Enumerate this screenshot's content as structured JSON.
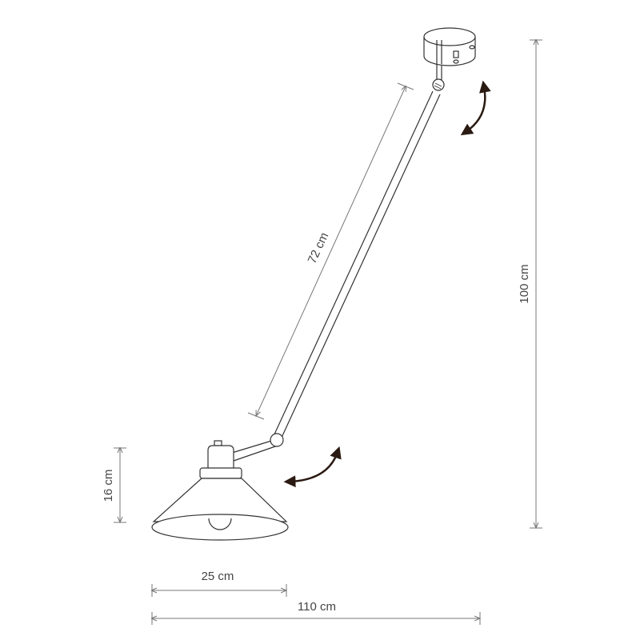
{
  "dimensions": {
    "arm_length": "72 cm",
    "total_height": "100 cm",
    "shade_height": "16 cm",
    "shade_diameter": "25 cm",
    "total_reach": "110 cm"
  },
  "colors": {
    "line": "#333333",
    "dimension": "#777777",
    "arrow": "#2a1a12"
  }
}
